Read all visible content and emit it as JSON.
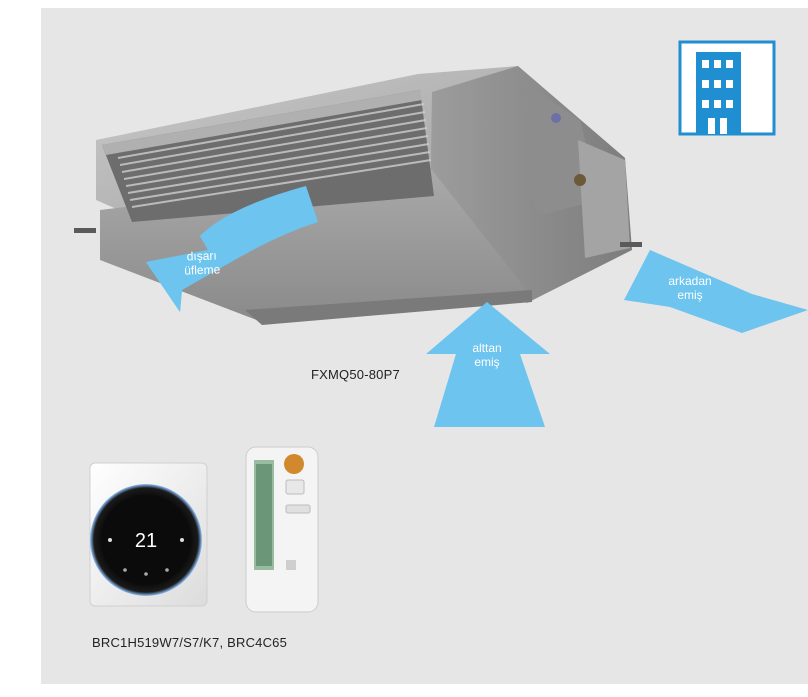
{
  "product": {
    "model": "FXMQ50-80P7",
    "controllers": "BRC1H519W7/S7/K7, BRC4C65"
  },
  "airflow": {
    "blow_out_line1": "dışarı",
    "blow_out_line2": "üfleme",
    "bottom_intake_line1": "alttan",
    "bottom_intake_line2": "emiş",
    "back_intake_line1": "arkadan",
    "back_intake_line2": "emiş"
  },
  "controller_display": {
    "temperature": "21"
  },
  "icons": {
    "building": "building-icon",
    "arrow_blow_out": "airflow-arrow-icon",
    "arrow_bottom": "airflow-arrow-icon",
    "arrow_back": "airflow-arrow-icon"
  },
  "colors": {
    "background": "#e6e6e6",
    "arrow": "#6cc4ef",
    "building_icon": "#1f8fd1"
  }
}
